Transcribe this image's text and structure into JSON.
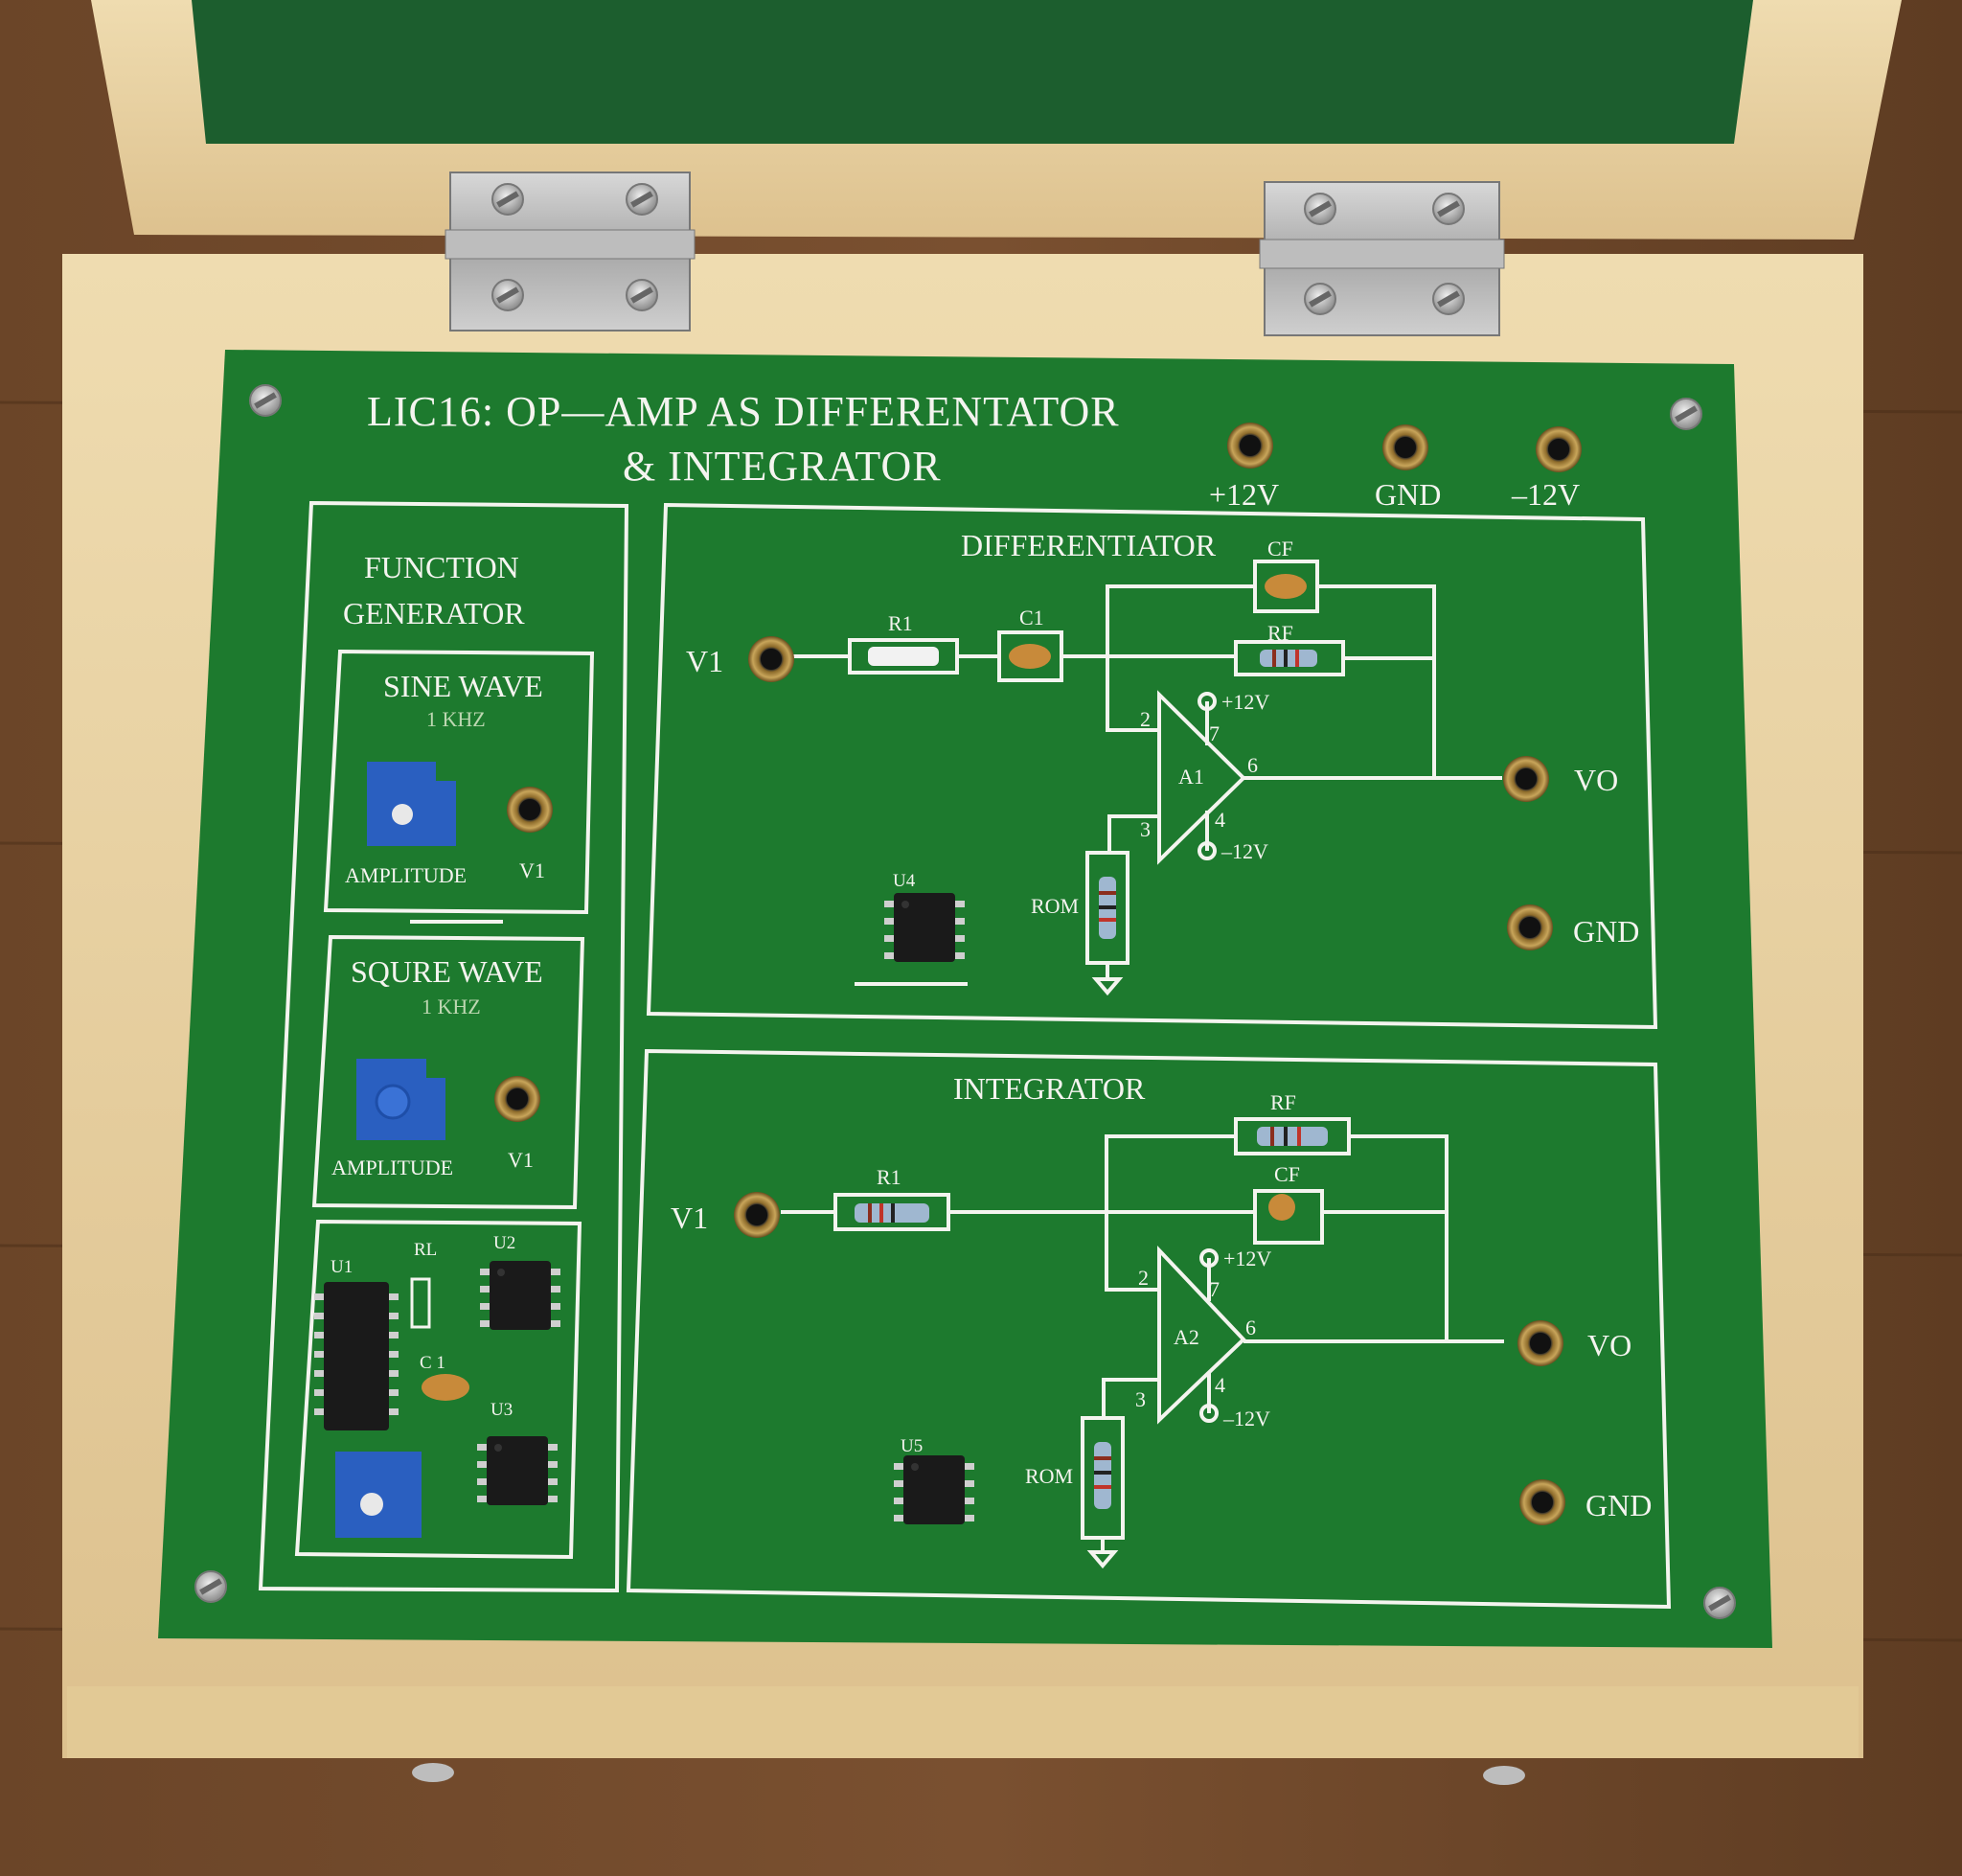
{
  "board": {
    "title_line1": "LIC16: OP—AMP AS DIFFERENTATOR",
    "title_line2": "& INTEGRATOR",
    "power_labels": [
      "+12V",
      "GND",
      "–12V"
    ]
  },
  "function_generator": {
    "title_line1": "FUNCTION",
    "title_line2": "GENERATOR",
    "sine": {
      "title": "SINE  WAVE",
      "freq": "1 KHZ",
      "knob_label": "AMPLITUDE",
      "output_label": "V1"
    },
    "square": {
      "title": "SQURE  WAVE",
      "freq": "1 KHZ",
      "knob_label": "AMPLITUDE",
      "output_label": "V1"
    },
    "aux": {
      "u1": "U1",
      "rl": "RL",
      "u2": "U2",
      "c1": "C 1",
      "u3": "U3"
    }
  },
  "differentiator": {
    "title": "DIFFERENTIATOR",
    "input_label": "V1",
    "r1": "R1",
    "c1": "C1",
    "cf": "CF",
    "rf": "RF",
    "opamp": "A1",
    "pin2": "2",
    "pin3": "3",
    "pin4": "4",
    "pin6": "6",
    "pin7": "7",
    "vplus": "+12V",
    "vminus": "–12V",
    "rom": "ROM",
    "ic": "U4",
    "output_label": "VO",
    "gnd_label": "GND"
  },
  "integrator": {
    "title": "INTEGRATOR",
    "input_label": "V1",
    "r1": "R1",
    "cf": "CF",
    "rf": "RF",
    "opamp": "A2",
    "pin2": "2",
    "pin3": "3",
    "pin4": "4",
    "pin6": "6",
    "pin7": "7",
    "vplus": "+12V",
    "vminus": "–12V",
    "rom": "ROM",
    "ic": "U5",
    "output_label": "VO",
    "gnd_label": "GND"
  },
  "colors": {
    "pcb_green": "#1d7a2e",
    "felt_green": "#1b5e2e",
    "wood": "#e6cfa0",
    "silkscreen": "#f4f4ef",
    "trimpot_blue": "#2a5fc0"
  }
}
